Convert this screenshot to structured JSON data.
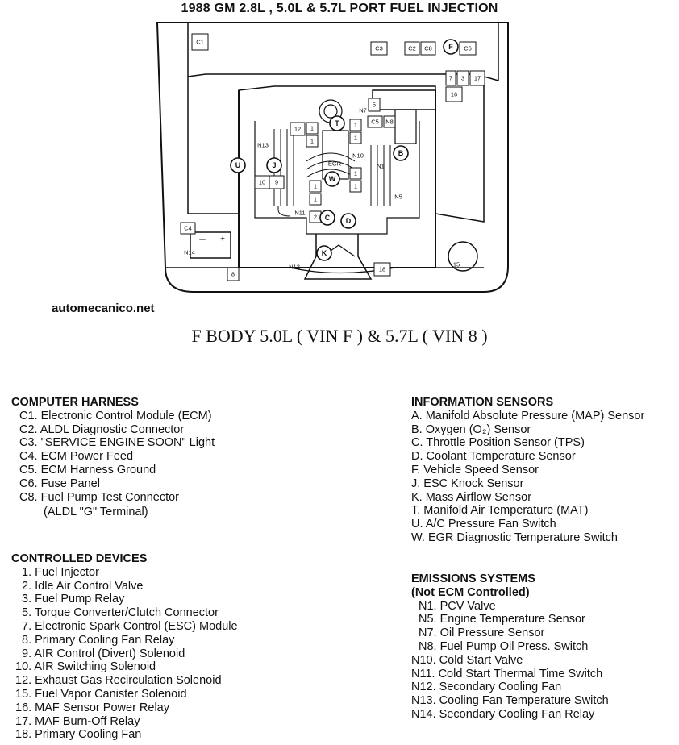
{
  "title": "1988 GM 2.8L , 5.0L & 5.7L PORT FUEL INJECTION",
  "site": "automecanico.net",
  "subtitle": "F BODY 5.0L ( VIN F ) & 5.7L ( VIN 8 )",
  "callouts": {
    "c1": "C1",
    "c3": "C3",
    "c2": "C2",
    "c8": "C8",
    "f": "F",
    "c6": "C6",
    "r7": "7",
    "r3": "3",
    "r17": "17",
    "r16": "16",
    "r5": "5",
    "n7": "N7",
    "c5": "C5",
    "n8": "N8",
    "t": "T",
    "r12": "12",
    "n13": "N13",
    "egr": "EGR",
    "n10": "N10",
    "b": "B",
    "n1": "N1",
    "u": "U",
    "j": "J",
    "r10": "10",
    "r9": "9",
    "w": "W",
    "n5": "N5",
    "r1a": "1",
    "r1b": "1",
    "r1c": "1",
    "r1d": "1",
    "r1e": "1",
    "r1f": "1",
    "r1g": "1",
    "r1h": "1",
    "n11": "N11",
    "r2": "2",
    "c": "C",
    "d": "D",
    "c4": "C4",
    "minus": "—",
    "plus": "+",
    "n14": "N14",
    "k": "K",
    "n12": "N12",
    "r18": "18",
    "r15": "15",
    "r8": "8"
  },
  "sections": {
    "computer_harness": {
      "heading": "COMPUTER HARNESS",
      "items": [
        "C1. Electronic Control Module (ECM)",
        "C2. ALDL Diagnostic Connector",
        "C3. \"SERVICE ENGINE SOON\" Light",
        "C4. ECM Power Feed",
        "C5. ECM Harness Ground",
        "C6. Fuse Panel",
        "C8. Fuel Pump Test Connector"
      ],
      "continuation": "(ALDL \"G\" Terminal)"
    },
    "controlled_devices": {
      "heading": "CONTROLLED DEVICES",
      "items": [
        "1. Fuel Injector",
        "2. Idle Air Control Valve",
        "3. Fuel Pump Relay",
        "5. Torque Converter/Clutch Connector",
        "7. Electronic Spark Control (ESC) Module",
        "8. Primary Cooling Fan Relay",
        "9. AIR Control (Divert) Solenoid",
        "10. AIR Switching Solenoid",
        "12. Exhaust Gas Recirculation Solenoid",
        "15. Fuel Vapor Canister Solenoid",
        "16. MAF Sensor Power Relay",
        "17. MAF Burn-Off Relay",
        "18. Primary Cooling Fan"
      ]
    },
    "information_sensors": {
      "heading": "INFORMATION SENSORS",
      "items": [
        "A. Manifold Absolute Pressure (MAP) Sensor",
        "B. Oxygen (O₂) Sensor",
        "C. Throttle Position Sensor (TPS)",
        "D. Coolant Temperature Sensor",
        "F. Vehicle Speed Sensor",
        "J. ESC Knock Sensor",
        "K. Mass Airflow Sensor",
        "T. Manifold Air Temperature (MAT)",
        "U. A/C Pressure Fan Switch",
        "W. EGR Diagnostic Temperature Switch"
      ]
    },
    "emissions_systems": {
      "heading": "EMISSIONS SYSTEMS",
      "subheading": "(Not ECM Controlled)",
      "items": [
        "N1. PCV Valve",
        "N5. Engine Temperature Sensor",
        "N7. Oil Pressure Sensor",
        "N8. Fuel Pump Oil Press. Switch",
        "N10. Cold Start Valve",
        "N11. Cold Start Thermal Time Switch",
        "N12. Secondary Cooling Fan",
        "N13. Cooling Fan Temperature Switch",
        "N14. Secondary Cooling Fan Relay"
      ]
    }
  }
}
